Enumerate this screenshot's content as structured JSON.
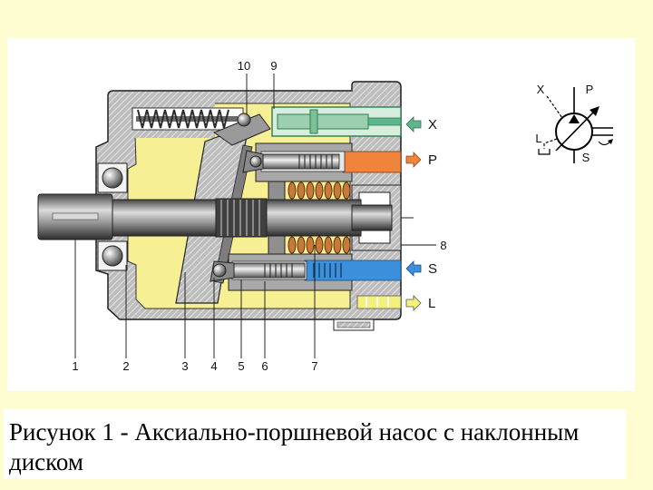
{
  "figure": {
    "callouts_top": [
      "10",
      "9"
    ],
    "callouts_bottom": [
      "1",
      "2",
      "3",
      "4",
      "5",
      "6",
      "7"
    ],
    "callout_right": "8",
    "ports": [
      {
        "label": "X",
        "color": "#5db58c",
        "icon": "arrow-left-icon"
      },
      {
        "label": "P",
        "color": "#f0843c",
        "icon": "arrow-right-icon"
      },
      {
        "label": "S",
        "color": "#3c8fdb",
        "icon": "arrow-left-icon"
      },
      {
        "label": "L",
        "color": "#f4f07c",
        "icon": "arrow-right-icon"
      }
    ],
    "symbol": {
      "x": "X",
      "p": "P",
      "l": "L",
      "s": "S"
    }
  },
  "caption": "Рисунок 1 - Аксиально-поршневой насос с наклонным диском"
}
